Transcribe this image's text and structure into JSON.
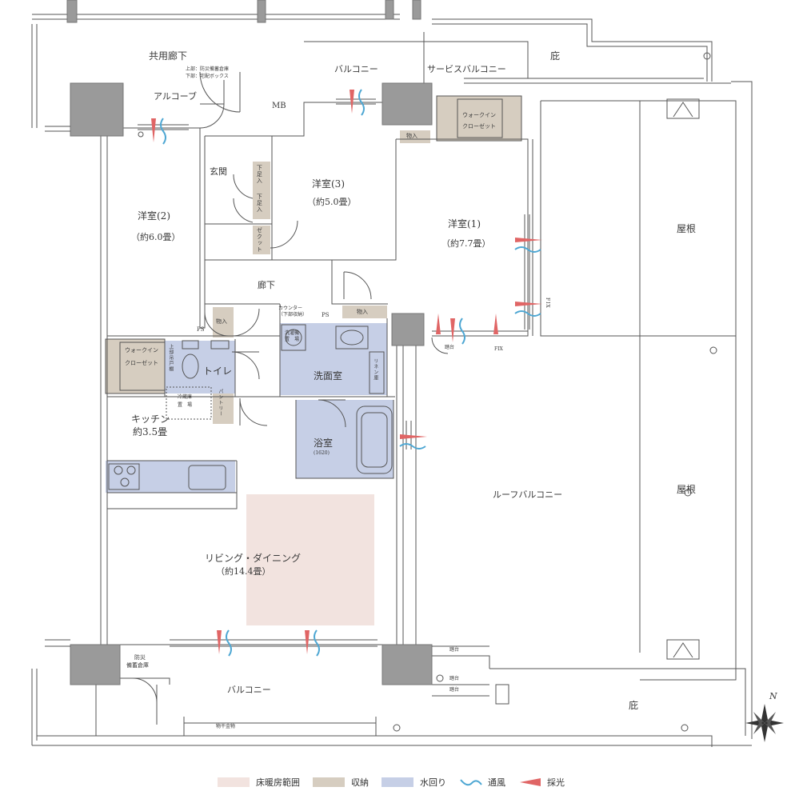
{
  "colors": {
    "floor_heating": "#f2e3df",
    "storage": "#d6cdc0",
    "water": "#c6cfe6",
    "ventilation": "#4ea7d3",
    "daylight": "#e06565",
    "wall": "#9a9a9a",
    "line": "#555555"
  },
  "rooms": {
    "common_corridor": "共用廊下",
    "upper_note_1": "上部：防災備蓄倉庫",
    "upper_note_2": "下部：宅配ボックス",
    "alcove": "アルコーブ",
    "mb": "MB",
    "balcony_top": "バルコニー",
    "service_balcony": "サービスバルコニー",
    "eaves_top": "庇",
    "entrance": "玄関",
    "shoe_box_1": "下足入",
    "shoe_box_2": "下足入",
    "western3_name": "洋室(3)",
    "western3_size": "（約5.0畳）",
    "western2_name": "洋室(2)",
    "western2_size": "（約6.0畳）",
    "western1_name": "洋室(1)",
    "western1_size": "（約7.7畳）",
    "shoe_closet": "ゼクット",
    "walkin_top_1": "ウォークイン",
    "walkin_top_2": "クローゼット",
    "storage_top": "物入",
    "hallway": "廊下",
    "counter_1": "カウンター",
    "counter_2": "（下部収納）",
    "ps_1": "PS",
    "ps_2": "PS",
    "storage_mid": "物入",
    "storage_left": "物入",
    "walkin_left_1": "ウォークイン",
    "walkin_left_2": "クローゼット",
    "upper_cabinet": "上部吊戸棚",
    "toilet": "トイレ",
    "washer_1": "洗濯機",
    "washer_2": "置　場",
    "washroom": "洗面室",
    "linen": "リネン庫",
    "fridge_1": "冷蔵庫",
    "fridge_2": "置　場",
    "pantry": "パントリー",
    "kitchen_name": "キッチン",
    "kitchen_size": "約3.5畳",
    "bathroom_name": "浴室",
    "bathroom_size": "(1620)",
    "step_1": "踏台",
    "fix_1": "FIX",
    "fix_2": "FIX",
    "roof_1": "屋根",
    "roof_2": "屋根",
    "roof_balcony": "ルーフバルコニー",
    "living_name": "リビング・ダイニング",
    "living_size": "（約14.4畳）",
    "disaster_store_1": "防災",
    "disaster_store_2": "備蓄倉庫",
    "balcony_bottom": "バルコニー",
    "hardware": "物干金物",
    "step_2": "踏台",
    "step_3": "踏台",
    "step_4": "踏台",
    "eaves_bottom": "庇",
    "compass": "N"
  },
  "legend": [
    {
      "label": "床暖房範囲",
      "type": "swatch",
      "color": "#f2e3df"
    },
    {
      "label": "収納",
      "type": "swatch",
      "color": "#d6cdc0"
    },
    {
      "label": "水回り",
      "type": "swatch",
      "color": "#c6cfe6"
    },
    {
      "label": "通風",
      "type": "wave",
      "color": "#4ea7d3"
    },
    {
      "label": "採光",
      "type": "arrow",
      "color": "#e06565"
    }
  ]
}
